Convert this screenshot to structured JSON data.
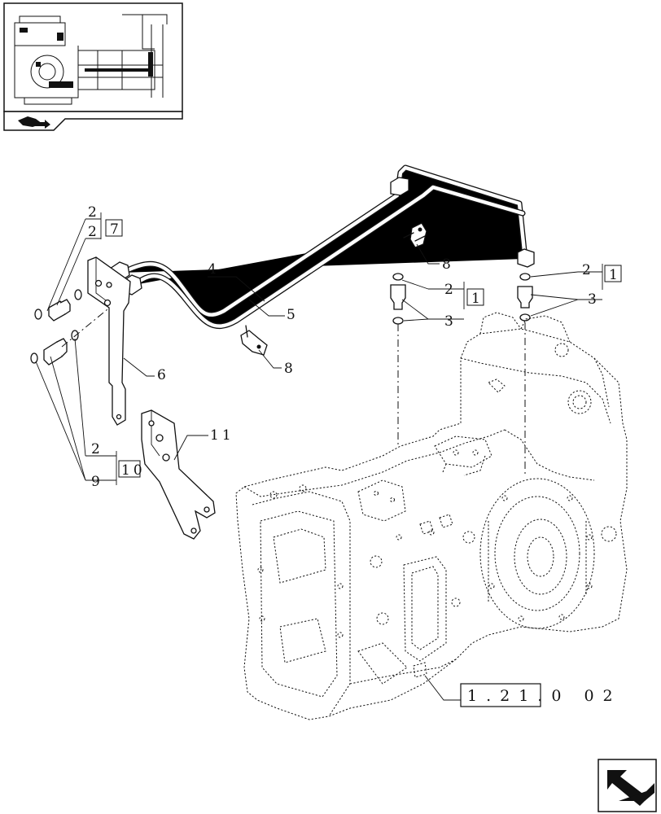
{
  "diagram": {
    "callouts": {
      "c1": "2",
      "c1_box": "7",
      "c2": "2",
      "c3": "2",
      "c3_box": "10",
      "c4": "9",
      "c5": "4",
      "c6": "5",
      "c7": "6",
      "c8": "8",
      "c9": "8",
      "c10": "11",
      "c11": "2",
      "c11_box": "1",
      "c12": "3",
      "c13": "2",
      "c13_box": "1",
      "c14": "3"
    },
    "reference": "1.21.0 02"
  },
  "icons": {
    "thumbnail": "assembly-thumbnail-icon",
    "nav_prev": "folder-arrow-icon",
    "nav_next": "next-page-arrow-icon"
  }
}
